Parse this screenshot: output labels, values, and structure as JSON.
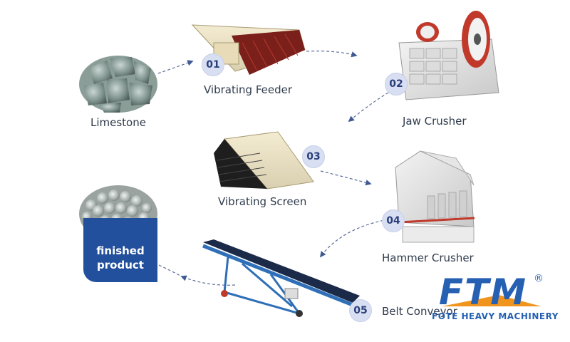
{
  "stages": [
    {
      "num": "01",
      "label": "Vibrating Feeder"
    },
    {
      "num": "02",
      "label": "Jaw Crusher"
    },
    {
      "num": "03",
      "label": "Vibrating Screen"
    },
    {
      "num": "04",
      "label": "Hammer Crusher"
    },
    {
      "num": "05",
      "label": "Belt Conveyor"
    }
  ],
  "input_material": "Limestone",
  "output": {
    "line1": "finished",
    "line2": "product"
  },
  "logo": {
    "letters": "FTM",
    "registered": "®",
    "tagline": "FOTE HEAVY MACHINERY"
  },
  "colors": {
    "accent_blue": "#23509c",
    "badge_bg": "#d9dff2",
    "arrow": "#5b6f9a",
    "logo_orange": "#f0941e"
  }
}
